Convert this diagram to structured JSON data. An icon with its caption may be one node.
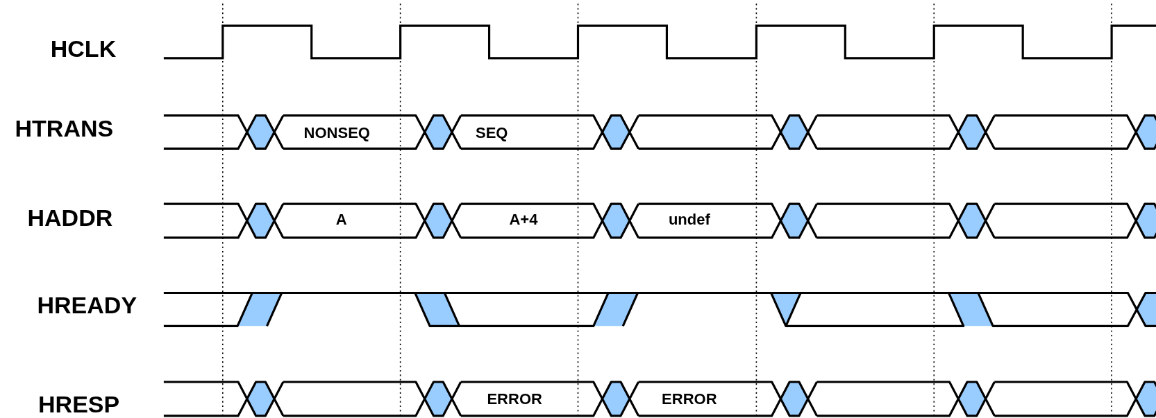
{
  "diagram": {
    "labels": [
      "HCLK",
      "HTRANS",
      "NONSEQ",
      "SEQ",
      "HADDR",
      "A",
      "A+4",
      "undef",
      "HREADY",
      "HRESP",
      "ERROR",
      "ERROR"
    ]
  }
}
